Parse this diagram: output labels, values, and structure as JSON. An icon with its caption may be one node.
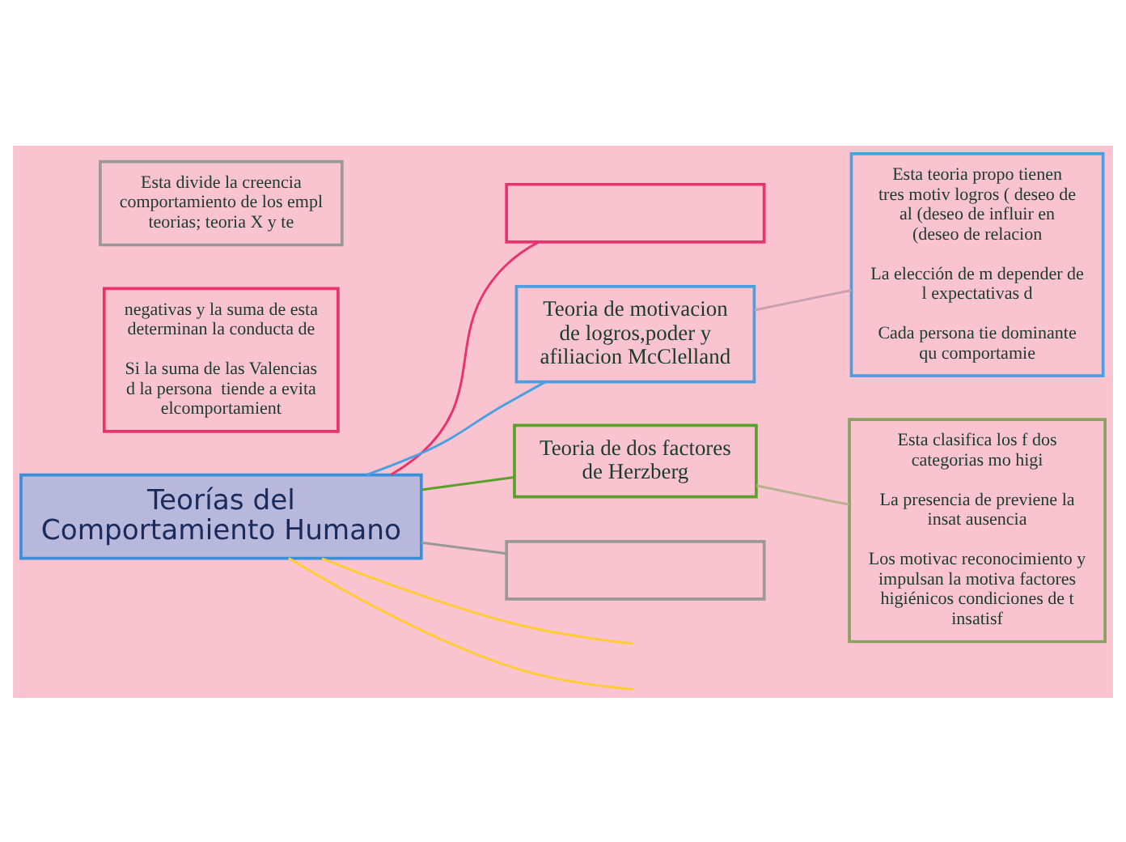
{
  "diagram": {
    "nodes": [
      {
        "text": [
          "Teorías del Comportamiento Humano"
        ]
      },
      {
        "text": [],
        "shape": "box"
      },
      {
        "text": [
          "negativas y la suma de esta determinan la conducta de",
          "Si la suma de las Valencias d la persona  tiende a evita elcomportamient"
        ]
      },
      {
        "text": [
          "Teoria de motivacion de logros,poder y afiliacion McClelland"
        ]
      },
      {
        "text": [
          "Esta teoria propo tienen tres motiv logros ( deseo de al (deseo de influir en (deseo de relacion",
          "La elección de m depender de l expectativas d",
          "Cada persona tie dominante qu comportamie"
        ]
      },
      {
        "text": [
          "Teoria de dos factores de Herzberg"
        ]
      },
      {
        "text": [
          "Esta clasifica los f dos categorias mo higi",
          "La presencia de previene la insat ausencia",
          "Los motivac reconocimiento y impulsan la motiva factores higiénicos condiciones de t insatisf"
        ]
      },
      {
        "text": [],
        "shape": "box"
      },
      {
        "text": [
          "Esta divide la creencia comportamiento de los empl teorias; teoria X y te"
        ]
      }
    ],
    "edges": [
      {
        "from": 0,
        "to": null,
        "arrow": "none",
        "color": "#ffcc33"
      },
      {
        "from": 0,
        "to": 1,
        "arrow": "none",
        "color": "#e8336e"
      },
      {
        "from": 0,
        "to": 3,
        "arrow": "none",
        "color": "#4a9fe0"
      },
      {
        "from": 3,
        "to": 4,
        "arrow": "none",
        "color": "#c8a0b0"
      },
      {
        "from": 0,
        "to": 5,
        "arrow": "none",
        "color": "#5aa02c"
      },
      {
        "from": 5,
        "to": 6,
        "arrow": "none",
        "color": "#b8b090"
      },
      {
        "from": 0,
        "to": 7,
        "arrow": "none",
        "color": "#999999"
      },
      {
        "from": 0,
        "to": null,
        "arrow": "none",
        "color": "#ffcc33"
      }
    ]
  }
}
